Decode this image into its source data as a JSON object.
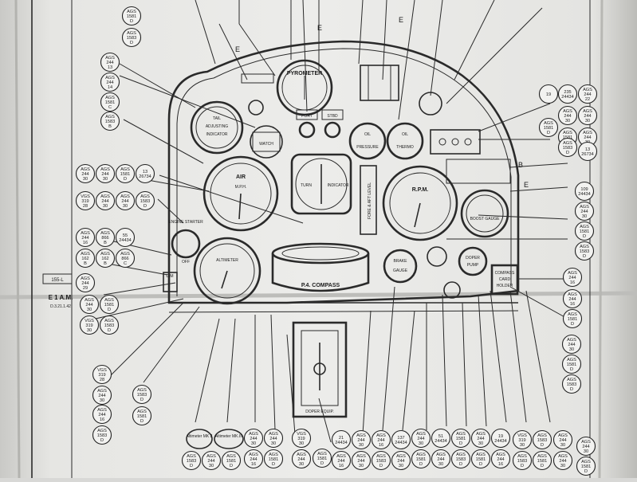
{
  "side_label": {
    "box": "155-L",
    "code": "E 1 A.M.",
    "date": "D.3.21.1.42"
  },
  "instruments": {
    "pyrometer": "PYROMETER",
    "tail_adjusting_1": "TAIL",
    "tail_adjusting_2": "ADJUSTING",
    "tail_adjusting_3": "INDICATOR",
    "watch": "WATCH",
    "port": "PORT",
    "stbd": "STBD",
    "oil_pressure_1": "OIL",
    "oil_pressure_2": "PRESSURE",
    "oil_thermo_1": "OIL",
    "oil_thermo_2": "THERMO",
    "air_speed_1": "AIR",
    "air_speed_2": "M.P.H.",
    "turn_indicator_1": "TURN",
    "turn_indicator_2": "INDICATOR",
    "fore_aft_level": "FORE & AFT LEVEL",
    "rpm": "R.P.M.",
    "boost_gauge": "BOOST GAUGE",
    "altimeter": "ALTIMETER",
    "p4_compass": "P.4. COMPASS",
    "brake_gauge_1": "BRAKE",
    "brake_gauge_2": "GAUGE",
    "doper_pump_1": "DOPER",
    "doper_pump_2": "PUMP",
    "compass_card_1": "COMPASS",
    "compass_card_2": "CARD",
    "compass_card_3": "HOLDER",
    "dimmer_switch": "DIM",
    "off_label": "OFF",
    "engine_starter": "ENGINE STARTER",
    "bottom_control": "DOPER EQUIP."
  },
  "letters": {
    "e_top_left": "E",
    "e_top_mid": "E",
    "e_top_mid2": "E",
    "b_right": "B",
    "e_right": "E"
  },
  "bottom_boxes": {
    "altimeter_mk2": "Altimeter MK 2",
    "altimeter_mk3": "Altimeter MK.III"
  },
  "tags": {
    "t01": [
      "AGS",
      "1581",
      "D"
    ],
    "t02": [
      "AGS",
      "1583",
      "D"
    ],
    "t03": [
      "AGS",
      "244",
      "13"
    ],
    "t04": [
      "AGS",
      "244",
      "14"
    ],
    "t05": [
      "AGS",
      "1581",
      "C"
    ],
    "t06": [
      "AGS",
      "1583",
      "B"
    ],
    "t07": [
      "AGS",
      "244",
      "30"
    ],
    "t08": [
      "AGS",
      "244",
      "30"
    ],
    "t09": [
      "AGS",
      "1581",
      "D"
    ],
    "t10": [
      "13",
      "26734",
      ""
    ],
    "t11": [
      "VGS",
      "319",
      "28"
    ],
    "t12": [
      "AGS",
      "244",
      "30"
    ],
    "t13": [
      "AGS",
      "244",
      "30"
    ],
    "t14": [
      "AGS",
      "1583",
      "D"
    ],
    "t15": [
      "AGS",
      "244",
      "16"
    ],
    "t16": [
      "AGS",
      "866",
      "B"
    ],
    "t17": [
      "55",
      "24434",
      ""
    ],
    "t18": [
      "AGS",
      "162",
      "B"
    ],
    "t19": [
      "AGS",
      "162",
      "B"
    ],
    "t20": [
      "AGS",
      "866",
      "C"
    ],
    "t21": [
      "AGS",
      "244",
      "29"
    ],
    "t22": [
      "AGS",
      "244",
      "30"
    ],
    "t23": [
      "AGS",
      "1581",
      "D"
    ],
    "t24": [
      "VGS",
      "319",
      "30"
    ],
    "t25": [
      "AGS",
      "1583",
      "D"
    ],
    "t26": [
      "VGS",
      "319",
      "28"
    ],
    "t27": [
      "AGS",
      "244",
      "30"
    ],
    "t28": [
      "AGS",
      "244",
      "16"
    ],
    "t29": [
      "AGS",
      "1583",
      "D"
    ],
    "t30": [
      "AGS",
      "1583",
      "D"
    ],
    "t31": [
      "AGS",
      "1581",
      "D"
    ],
    "r01": [
      "19",
      "",
      ""
    ],
    "r02": [
      "235",
      "24434",
      ""
    ],
    "r03": [
      "AGS",
      "244",
      "22"
    ],
    "r04": [
      "AGS",
      "244",
      "30"
    ],
    "r05": [
      "AGS",
      "244",
      "30"
    ],
    "r06": [
      "AGS",
      "1581",
      "C"
    ],
    "r07": [
      "AGS",
      "244",
      "30"
    ],
    "r08": [
      "AGS",
      "1581",
      "D"
    ],
    "r09": [
      "AGS",
      "1583",
      "D"
    ],
    "r10": [
      "13",
      "26734",
      ""
    ],
    "r11": [
      "109",
      "24434",
      ""
    ],
    "r12": [
      "AGS",
      "244",
      "30"
    ],
    "r13": [
      "AGS",
      "1581",
      "D"
    ],
    "r14": [
      "AGS",
      "1583",
      "D"
    ],
    "r15": [
      "AGS",
      "244",
      "16"
    ],
    "r16": [
      "AGS",
      "244",
      "16"
    ],
    "r17": [
      "AGS",
      "1581",
      "D"
    ],
    "r18": [
      "AGS",
      "244",
      "30"
    ],
    "r19": [
      "AGS",
      "1581",
      "D"
    ],
    "r20": [
      "AGS",
      "1583",
      "D"
    ],
    "b01": [
      "AGS",
      "244",
      "30"
    ],
    "b02": [
      "AGS",
      "244",
      "30"
    ],
    "b03": [
      "VGS",
      "319",
      "30"
    ],
    "b04": [
      "AGS",
      "1581",
      "D"
    ],
    "b05": [
      "21",
      "24434",
      ""
    ],
    "b06": [
      "AGS",
      "244",
      "30"
    ],
    "b07": [
      "AGS",
      "244",
      "16"
    ],
    "b08": [
      "137",
      "24434",
      ""
    ],
    "b09": [
      "AGS",
      "244",
      "30"
    ],
    "b10": [
      "51",
      "24434",
      ""
    ],
    "b11": [
      "AGS",
      "1581",
      "D"
    ],
    "b12": [
      "AGS",
      "244",
      "30"
    ],
    "b13": [
      "19",
      "24434",
      ""
    ],
    "b14": [
      "VGS",
      "319",
      "30"
    ],
    "b15": [
      "AGS",
      "1583",
      "D"
    ],
    "b16": [
      "AGS",
      "244",
      "30"
    ],
    "b17": [
      "AGS",
      "244",
      "16"
    ],
    "b18": [
      "AGS",
      "1581",
      "D"
    ],
    "b19": [
      "AGS",
      "244",
      "30"
    ],
    "b20": [
      "AGS",
      "244",
      "16"
    ],
    "b21": [
      "AGS",
      "244",
      "30"
    ],
    "b22": [
      "AGS",
      "1583",
      "D"
    ],
    "b23": [
      "AGS",
      "244",
      "30"
    ],
    "b24": [
      "AGS",
      "1581",
      "D"
    ],
    "b25": [
      "AGS",
      "244",
      "30"
    ],
    "b26": [
      "AGS",
      "1583",
      "D"
    ],
    "b27": [
      "AGS",
      "1581",
      "D"
    ],
    "b28": [
      "AGS",
      "244",
      "16"
    ],
    "b29": [
      "AGS",
      "1583",
      "D"
    ],
    "b30": [
      "AGS",
      "1581",
      "D"
    ],
    "b31": [
      "AGS",
      "244",
      "30"
    ],
    "b32": [
      "AGS",
      "1583",
      "D"
    ],
    "b33": [
      "AGS",
      "244",
      "30"
    ],
    "b34": [
      "AGS",
      "1581",
      "D"
    ],
    "b35": [
      "AGS",
      "244",
      "30"
    ],
    "b36": [
      "AGS",
      "1581",
      "D"
    ]
  }
}
